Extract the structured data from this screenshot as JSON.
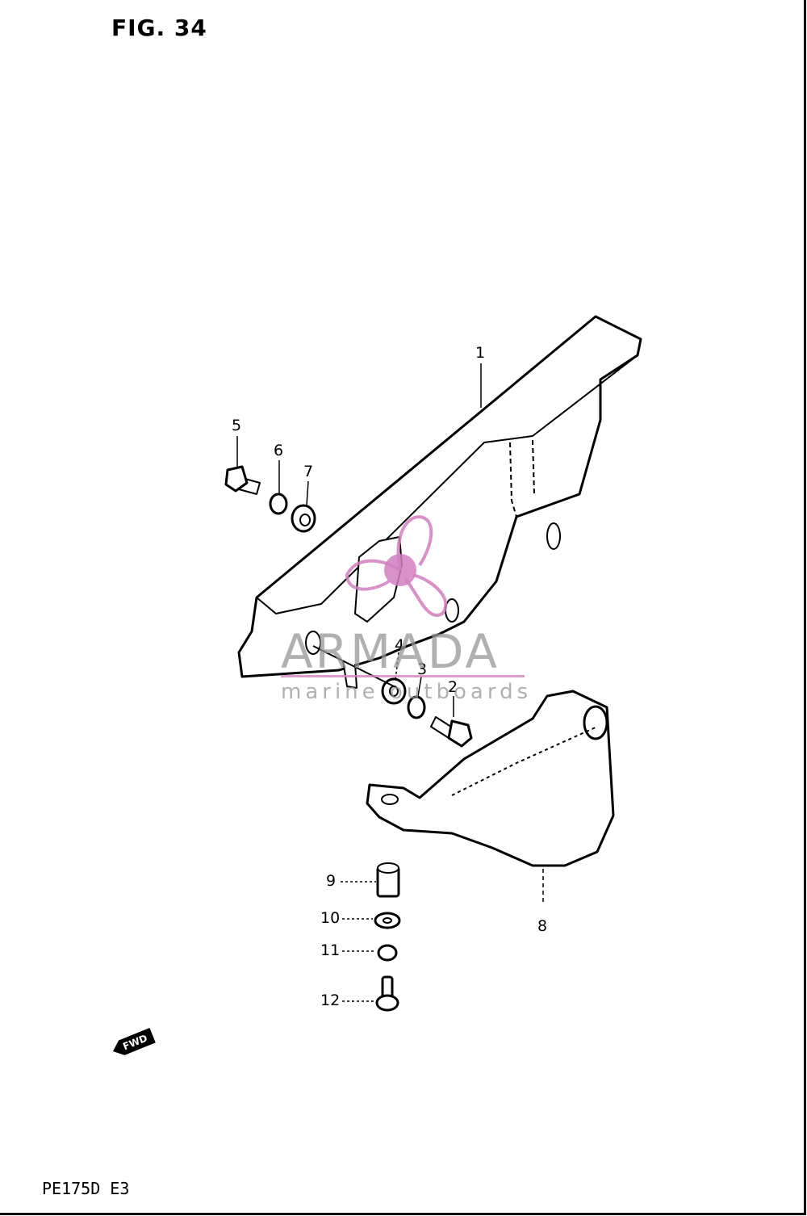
{
  "figure": {
    "title": "FIG. 34",
    "model_code": "PE175D E3"
  },
  "direction_marker": {
    "text": "FWD"
  },
  "callouts": [
    "1",
    "2",
    "3",
    "4",
    "5",
    "6",
    "7",
    "8",
    "9",
    "10",
    "11",
    "12"
  ],
  "watermark": {
    "brand": "ARMADA",
    "tagline": "marine outboards",
    "accent_color": "#d27fbf"
  },
  "colors": {
    "ink": "#000000",
    "paper": "#ffffff"
  }
}
